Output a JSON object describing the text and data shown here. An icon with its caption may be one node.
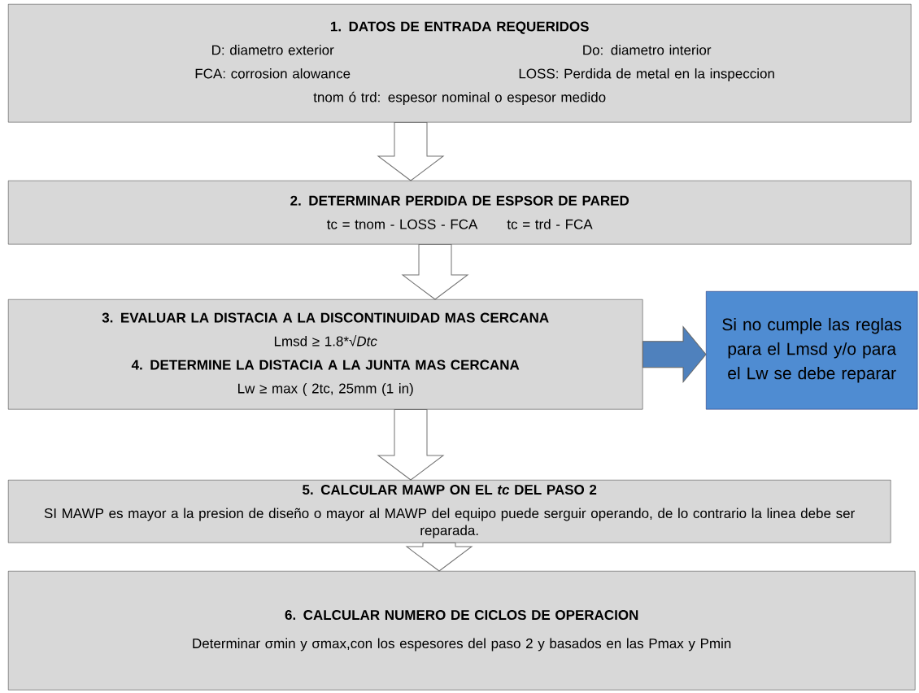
{
  "diagram": {
    "nodes": [
      {
        "text": [
          "1. DATOS DE ENTRADA REQUERIDOS",
          "D: diametro exterior",
          "Do: diametro interior",
          "FCA:  corrosion alowance",
          "LOSS: Perdida de metal en la inspeccion",
          "tnom  ó  trd: espesor nominal o espesor medido"
        ]
      },
      {
        "text": [
          "2. DETERMINAR PERDIDA DE ESPSOR DE PARED",
          "tc = tnom - LOSS -   FCA",
          "tc = trd -   FCA"
        ]
      },
      {
        "text": [
          "3. EVALUAR LA DISTACIA A LA DISCONTINUIDAD MAS CERCANA",
          "Lmsd ≥ 1.8*√*Dtc*",
          "4. DETERMINE LA DISTACIA A LA JUNTA MAS CERCANA",
          "Lw ≥ max ( 2tc, 25mm (1 in)"
        ]
      },
      {
        "text": [
          "Si no cumple las reglas para el Lmsd y/o para el Lw se debe reparar"
        ]
      },
      {
        "text": [
          "5. CALCULAR MAWP ON EL *tc* DEL PASO 2",
          "SI MAWP  es mayor a la presion de diseño o mayor al MAWP del equipo puede serguir operando, de lo contrario la linea debe ser reparada."
        ]
      },
      {
        "text": [
          "6. CALCULAR NUMERO DE CICLOS DE OPERACION",
          "Determinar σmin y σmax,con los espesores del paso 2 y basados en las Pmax y Pmin"
        ]
      }
    ],
    "edges": [
      {
        "from": 0,
        "to": 1,
        "arrow": "to"
      },
      {
        "from": 1,
        "to": 2,
        "arrow": "to"
      },
      {
        "from": 2,
        "to": 4,
        "arrow": "to"
      },
      {
        "from": 4,
        "to": 5,
        "arrow": "to"
      },
      {
        "from": 2,
        "to": 3,
        "arrow": "to",
        "color": "#4f81bd"
      }
    ]
  }
}
